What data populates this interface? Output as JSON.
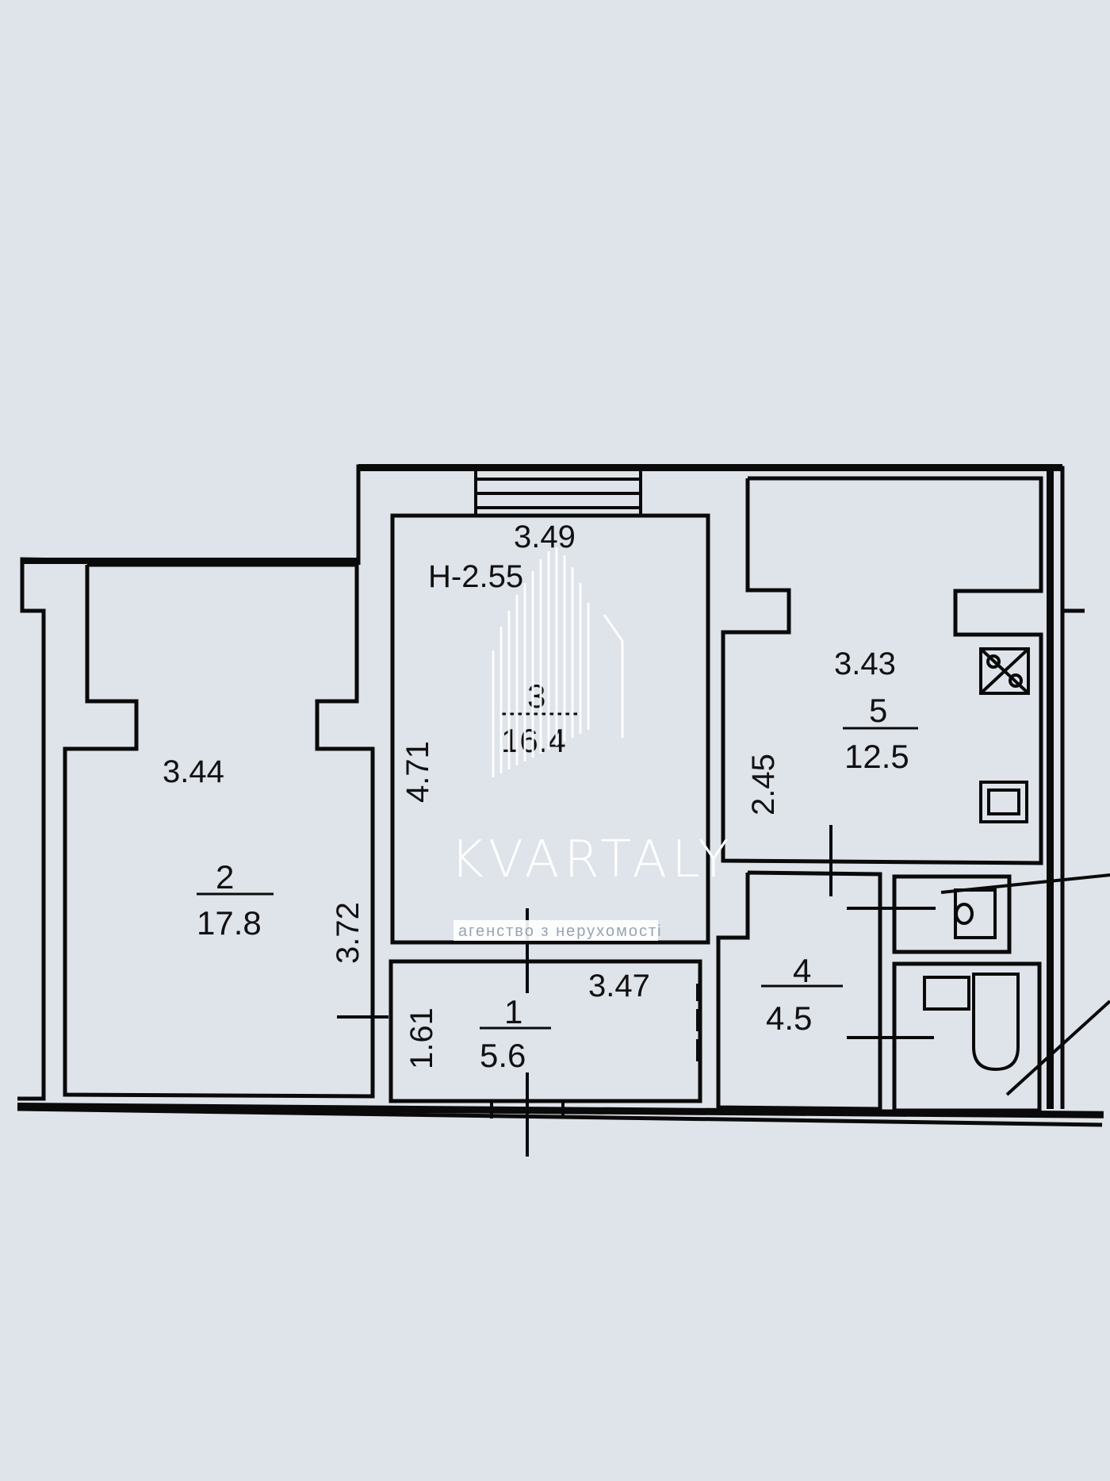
{
  "plan": {
    "ceiling_height": "H-2.55",
    "rooms": [
      {
        "id": "1",
        "number": "1",
        "area": "5.6"
      },
      {
        "id": "2",
        "number": "2",
        "area": "17.8"
      },
      {
        "id": "3",
        "number": "3",
        "area": "16.4"
      },
      {
        "id": "4",
        "number": "4",
        "area": "4.5"
      },
      {
        "id": "5",
        "number": "5",
        "area": "12.5"
      }
    ],
    "dimensions": {
      "room2_width": "3.44",
      "room2_depth": "3.72",
      "room3_width": "3.49",
      "room3_depth": "4.71",
      "room5_width": "3.43",
      "room5_depth": "2.45",
      "room1_width": "3.47",
      "room1_depth": "1.61"
    }
  },
  "watermark": {
    "brand": "KVARTALY",
    "tagline": "агенство з нерухомості"
  },
  "colors": {
    "paper": "#dfe3ea",
    "walls": "#0a0a0a",
    "watermark": "#ffffff"
  }
}
